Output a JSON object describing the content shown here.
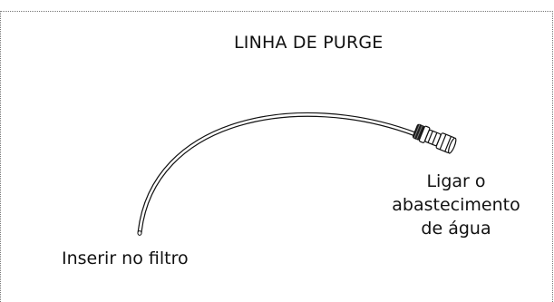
{
  "diagram": {
    "title": "LINHA DE PURGE",
    "labels": {
      "insert": "Inserir no filtro",
      "supply_lines": [
        "Ligar o",
        "abastecimento",
        "de água"
      ]
    }
  }
}
